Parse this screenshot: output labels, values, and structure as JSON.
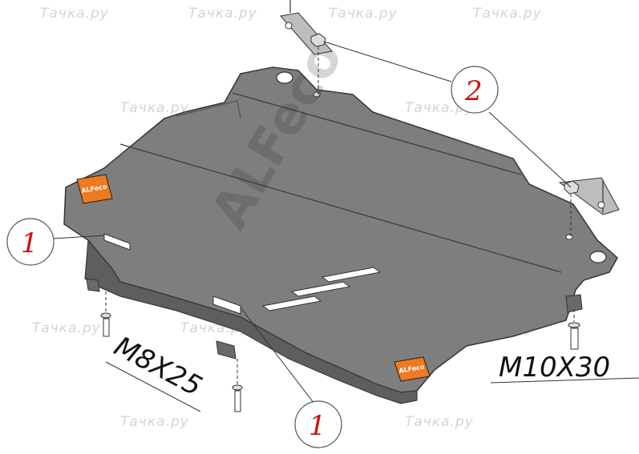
{
  "watermark": {
    "text": "Тачка.ру"
  },
  "brand_watermark": {
    "text": "ALFeco"
  },
  "callouts": [
    {
      "number": "1"
    },
    {
      "number": "1"
    },
    {
      "number": "2"
    }
  ],
  "bolt_labels": {
    "left": "M8X25",
    "right": "M10X30"
  },
  "pad_logo": {
    "text": "ALFeco"
  },
  "colors": {
    "plate": "#7a7a7a",
    "plate_edge": "#3a3a3a",
    "callout_text": "#d01010",
    "pad": "#f07a20"
  }
}
